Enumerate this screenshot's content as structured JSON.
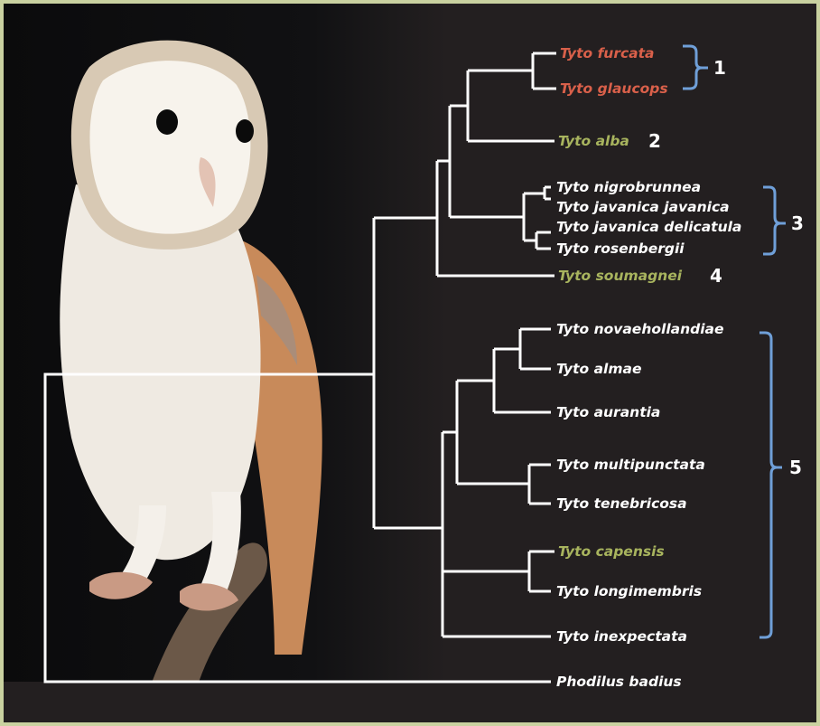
{
  "colors": {
    "frame": "#c9d1a0",
    "background": "#231f20",
    "branch": "#ffffff",
    "bracket": "#6f9fd8",
    "red_taxa": "#d9604a",
    "green_taxa": "#a8b45e",
    "owl_face": "#f4efe6",
    "owl_wing": "#c88a5a",
    "perch": "#6b5848"
  },
  "image": {
    "subject": "barn owl perched on a branch",
    "icon": "owl-photo"
  },
  "taxa": [
    {
      "label": "Tyto furcata",
      "color": "red"
    },
    {
      "label": "Tyto glaucops",
      "color": "red"
    },
    {
      "label": "Tyto alba",
      "color": "green"
    },
    {
      "label": "Tyto nigrobrunnea",
      "color": "white"
    },
    {
      "label": "Tyto javanica javanica",
      "color": "white"
    },
    {
      "label": "Tyto javanica delicatula",
      "color": "white"
    },
    {
      "label": "Tyto rosenbergii",
      "color": "white"
    },
    {
      "label": "Tyto soumagnei",
      "color": "green"
    },
    {
      "label": "Tyto novaehollandiae",
      "color": "white"
    },
    {
      "label": "Tyto almae",
      "color": "white"
    },
    {
      "label": "Tyto aurantia",
      "color": "white"
    },
    {
      "label": "Tyto multipunctata",
      "color": "white"
    },
    {
      "label": "Tyto tenebricosa",
      "color": "white"
    },
    {
      "label": "Tyto capensis",
      "color": "green"
    },
    {
      "label": "Tyto longimembris",
      "color": "white"
    },
    {
      "label": "Tyto inexpectata",
      "color": "white"
    },
    {
      "label": "Phodilus badius",
      "color": "white"
    }
  ],
  "groups": [
    {
      "number": "1",
      "members": [
        "Tyto furcata",
        "Tyto glaucops"
      ]
    },
    {
      "number": "2",
      "members": [
        "Tyto alba"
      ]
    },
    {
      "number": "3",
      "members": [
        "Tyto nigrobrunnea",
        "Tyto javanica javanica",
        "Tyto javanica delicatula",
        "Tyto rosenbergii"
      ]
    },
    {
      "number": "4",
      "members": [
        "Tyto soumagnei"
      ]
    },
    {
      "number": "5",
      "members": [
        "Tyto novaehollandiae",
        "Tyto almae",
        "Tyto aurantia",
        "Tyto multipunctata",
        "Tyto tenebricosa",
        "Tyto capensis",
        "Tyto longimembris",
        "Tyto inexpectata"
      ]
    }
  ]
}
